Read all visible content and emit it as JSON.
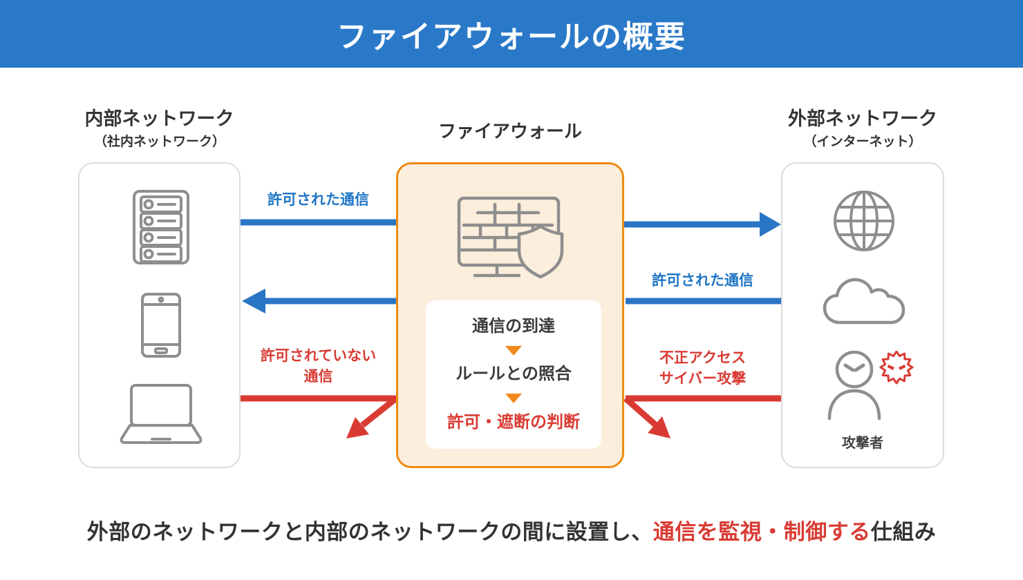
{
  "header": {
    "title": "ファイアウォールの概要"
  },
  "sections": {
    "internal": {
      "title": "内部ネットワーク",
      "subtitle": "（社内ネットワーク）"
    },
    "firewall": {
      "title": "ファイアウォール"
    },
    "external": {
      "title": "外部ネットワーク",
      "subtitle": "（インターネット）",
      "attacker_label": "攻撃者"
    }
  },
  "firewall_steps": [
    {
      "label": "通信の到達"
    },
    {
      "label": "ルールとの照合"
    },
    {
      "label": "許可・遮断の判断"
    }
  ],
  "arrow_labels": {
    "allowed_outbound": "許可された通信",
    "allowed_inbound": "許可された通信",
    "blocked_outbound": "許可されていない\n通信",
    "blocked_inbound": "不正アクセス\nサイバー攻撃"
  },
  "caption": {
    "prefix": "外部のネットワークと内部のネットワークの間に設置し、",
    "highlight": "通信を監視・制御する",
    "suffix": "仕組み"
  },
  "icons": {
    "internal_devices": [
      "server-icon",
      "smartphone-icon",
      "laptop-icon"
    ],
    "firewall": "firewall-shield-icon",
    "external": [
      "globe-icon",
      "cloud-icon",
      "attacker-icon",
      "virus-burst-icon"
    ],
    "step_separator": "triangle-down-icon"
  },
  "colors": {
    "banner_blue": "#2A79C8",
    "arrow_blue": "#2A76C4",
    "label_blue": "#1E74C4",
    "alert_red": "#D93B33",
    "accent_orange": "#EE8A10",
    "step_triangle_orange": "#F08A1E",
    "firewall_panel_peach": "#FCEEDD",
    "icon_gray": "#8E8E8E",
    "box_border_gray": "#DCDCDC",
    "text_dark": "#333333"
  }
}
